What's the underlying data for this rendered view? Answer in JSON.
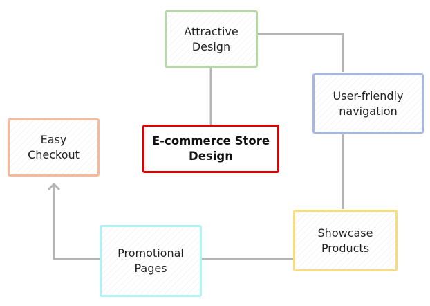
{
  "diagram": {
    "type": "flowchart",
    "connector_color": "#b5b5b5",
    "nodes": [
      {
        "id": "attractive-design",
        "lines": [
          "Attractive",
          "Design"
        ],
        "border_color": "#b6d7a8"
      },
      {
        "id": "user-friendly-navigation",
        "lines": [
          "User-friendly",
          "navigation"
        ],
        "border_color": "#a4b8e3"
      },
      {
        "id": "ecommerce-store-design",
        "lines": [
          "E-commerce Store",
          "Design"
        ],
        "border_color": "#e00000",
        "central": true
      },
      {
        "id": "easy-checkout",
        "lines": [
          "Easy",
          "Checkout"
        ],
        "border_color": "#f6b99a"
      },
      {
        "id": "showcase-products",
        "lines": [
          "Showcase",
          "Products"
        ],
        "border_color": "#f7dc82"
      },
      {
        "id": "promotional-pages",
        "lines": [
          "Promotional",
          "Pages"
        ],
        "border_color": "#aef3f5"
      }
    ],
    "edges": [
      {
        "from": "attractive-design",
        "to": "ecommerce-store-design",
        "arrow": false
      },
      {
        "from": "attractive-design",
        "to": "user-friendly-navigation",
        "arrow": false
      },
      {
        "from": "user-friendly-navigation",
        "to": "showcase-products",
        "arrow": false
      },
      {
        "from": "showcase-products",
        "to": "promotional-pages",
        "arrow": false
      },
      {
        "from": "promotional-pages",
        "to": "easy-checkout",
        "arrow": true
      }
    ]
  }
}
